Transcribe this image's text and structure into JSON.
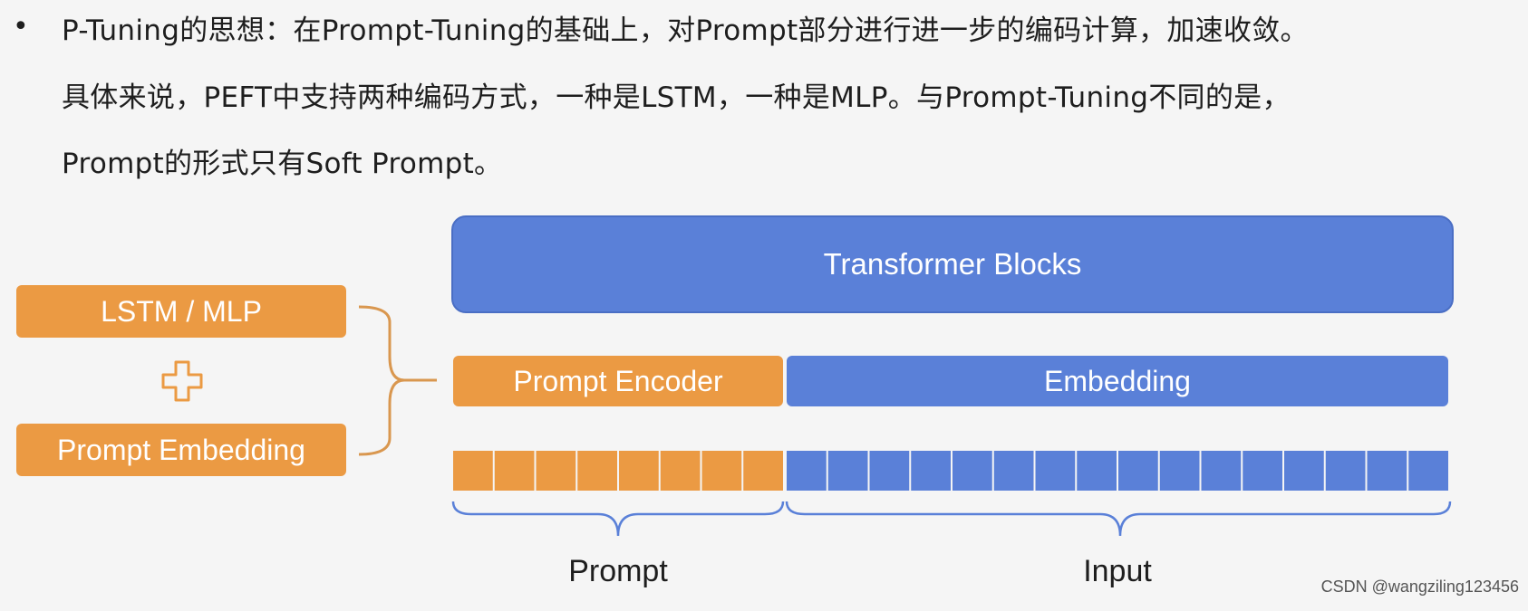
{
  "text": {
    "bullet": "•",
    "line1": "P-Tuning的思想：在Prompt-Tuning的基础上，对Prompt部分进行进一步的编码计算，加速收敛。",
    "line2": "具体来说，PEFT中支持两种编码方式，一种是LSTM，一种是MLP。与Prompt-Tuning不同的是，",
    "line3": "Prompt的形式只有Soft Prompt。"
  },
  "diagram": {
    "lstm_mlp": "LSTM / MLP",
    "prompt_embedding": "Prompt Embedding",
    "transformer_blocks": "Transformer Blocks",
    "prompt_encoder": "Prompt Encoder",
    "embedding": "Embedding",
    "prompt_label": "Prompt",
    "input_label": "Input",
    "prompt_token_count": 8,
    "input_token_count": 16,
    "plus_icon": "plus-icon"
  },
  "colors": {
    "orange": "#eb9a43",
    "blue": "#5a80d8",
    "background": "#f5f5f5"
  },
  "watermark": "CSDN @wangziling123456"
}
